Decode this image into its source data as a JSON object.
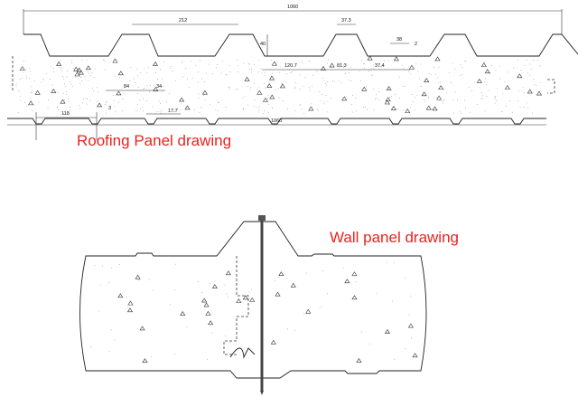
{
  "roofing": {
    "title": "Roofing Panel drawing",
    "dims": {
      "overall_top": "1060",
      "rib_pitch": "212",
      "rib_top": "37.3",
      "rib_height": "40",
      "d1": "120.7",
      "d2": "81.3",
      "d3": "37.4",
      "d4": "38",
      "d5": "2",
      "b1": "84",
      "b2": "34",
      "b3": "118",
      "b4": "17.7",
      "b5": "3",
      "overall_bottom": "1060"
    }
  },
  "wall": {
    "title": "Wall panel drawing"
  }
}
